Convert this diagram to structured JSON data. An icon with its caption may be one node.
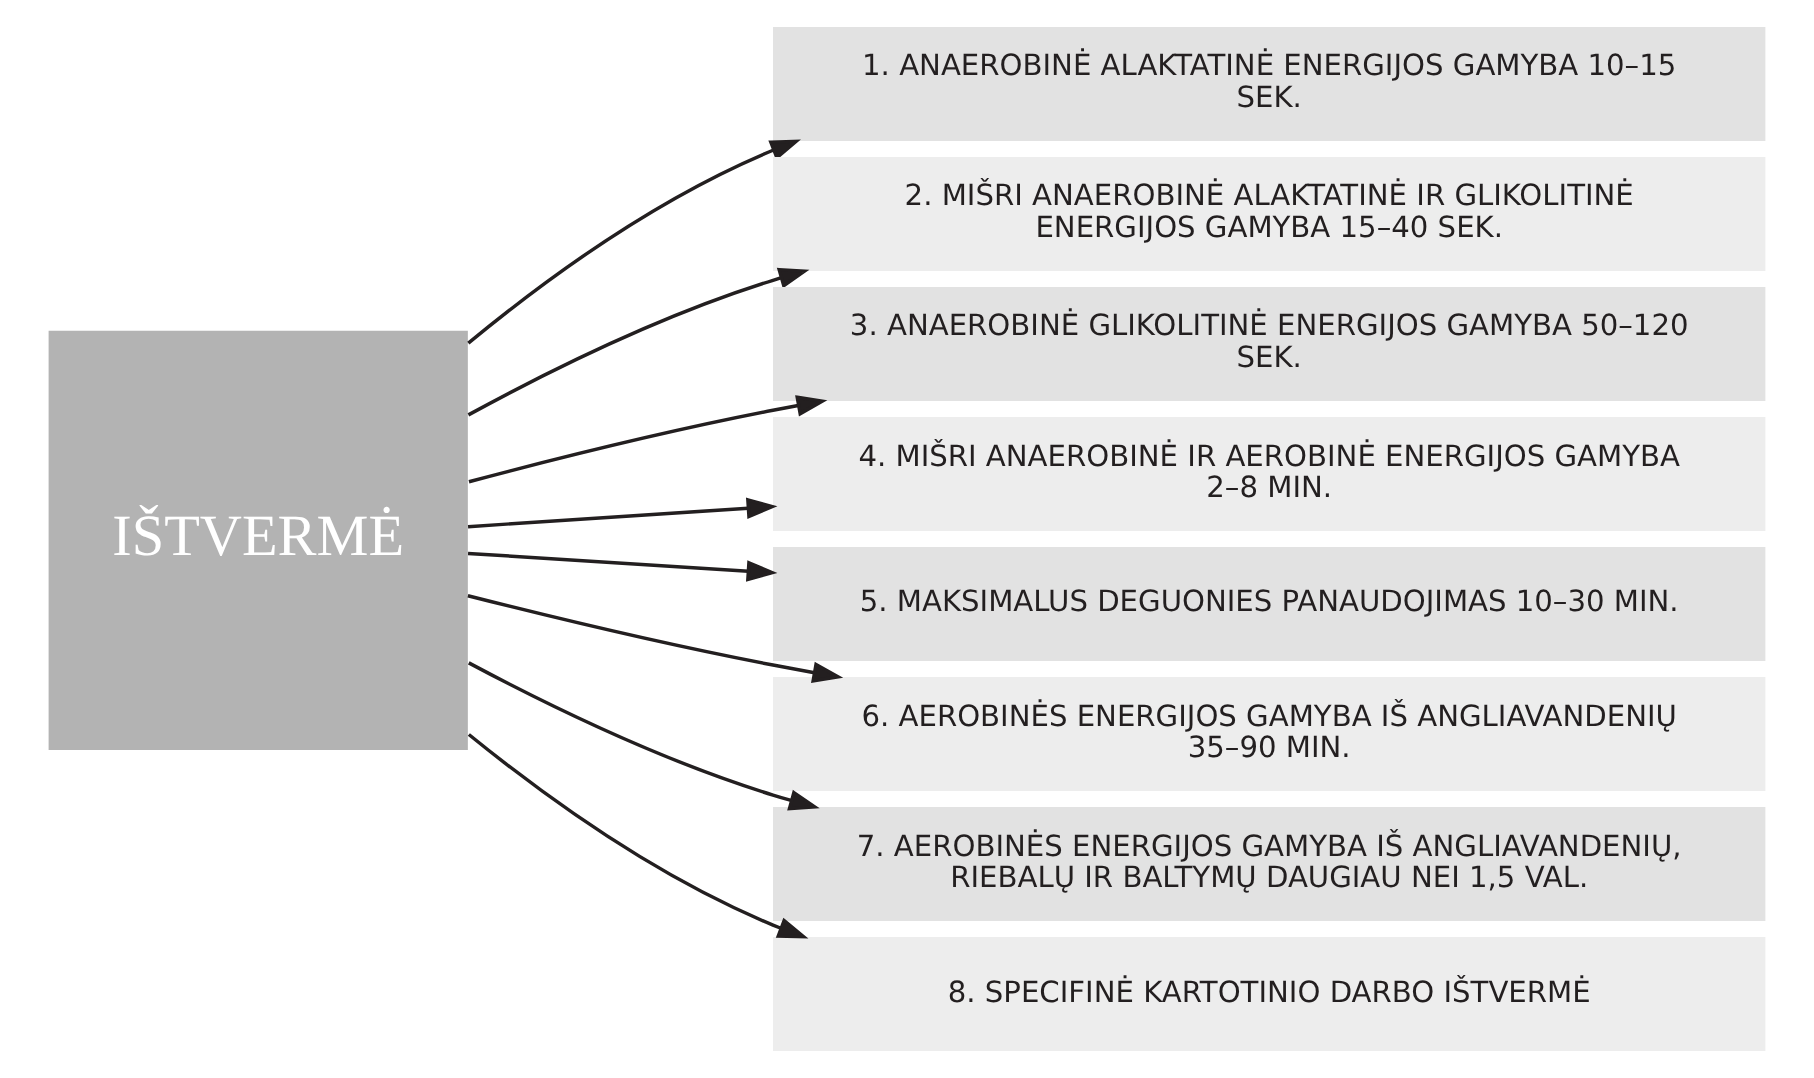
{
  "diagram": {
    "nodes": [
      {
        "text": [
          "IŠTVERMĖ"
        ]
      },
      {
        "text": [
          "1. ANAEROBINĖ ALAKTATINĖ ENERGIJOS GAMYBA 10–15 SEK."
        ]
      },
      {
        "text": [
          "2. MIŠRI ANAEROBINĖ ALAKTATINĖ IR GLIKOLITINĖ ENERGIJOS GAMYBA 15–40 SEK."
        ]
      },
      {
        "text": [
          "3. ANAEROBINĖ GLIKOLITINĖ ENERGIJOS GAMYBA 50–120 SEK."
        ]
      },
      {
        "text": [
          "4. MIŠRI ANAEROBINĖ IR AEROBINĖ ENERGIJOS GAMYBA 2–8 MIN."
        ]
      },
      {
        "text": [
          "5. MAKSIMALUS DEGUONIES PANAUDOJIMAS 10–30 MIN."
        ]
      },
      {
        "text": [
          "6. AEROBINĖS ENERGIJOS GAMYBA IŠ ANGLIAVANDENIŲ 35–90 MIN."
        ]
      },
      {
        "text": [
          "7. AEROBINĖS ENERGIJOS GAMYBA IŠ ANGLIAVANDENIŲ, RIEBALŲ IR BALTYMŲ DAUGIAU NEI 1,5 VAL."
        ]
      },
      {
        "text": [
          "8. SPECIFINĖ KARTOTINIO DARBO IŠTVERMĖ"
        ]
      }
    ],
    "edges": [
      {
        "from": 0,
        "to": 1,
        "arrow": "to"
      },
      {
        "from": 0,
        "to": 2,
        "arrow": "to"
      },
      {
        "from": 0,
        "to": 3,
        "arrow": "to"
      },
      {
        "from": 0,
        "to": 4,
        "arrow": "to"
      },
      {
        "from": 0,
        "to": 5,
        "arrow": "to"
      },
      {
        "from": 0,
        "to": 6,
        "arrow": "to"
      },
      {
        "from": 0,
        "to": 7,
        "arrow": "to"
      },
      {
        "from": 0,
        "to": 8,
        "arrow": "to"
      }
    ]
  }
}
